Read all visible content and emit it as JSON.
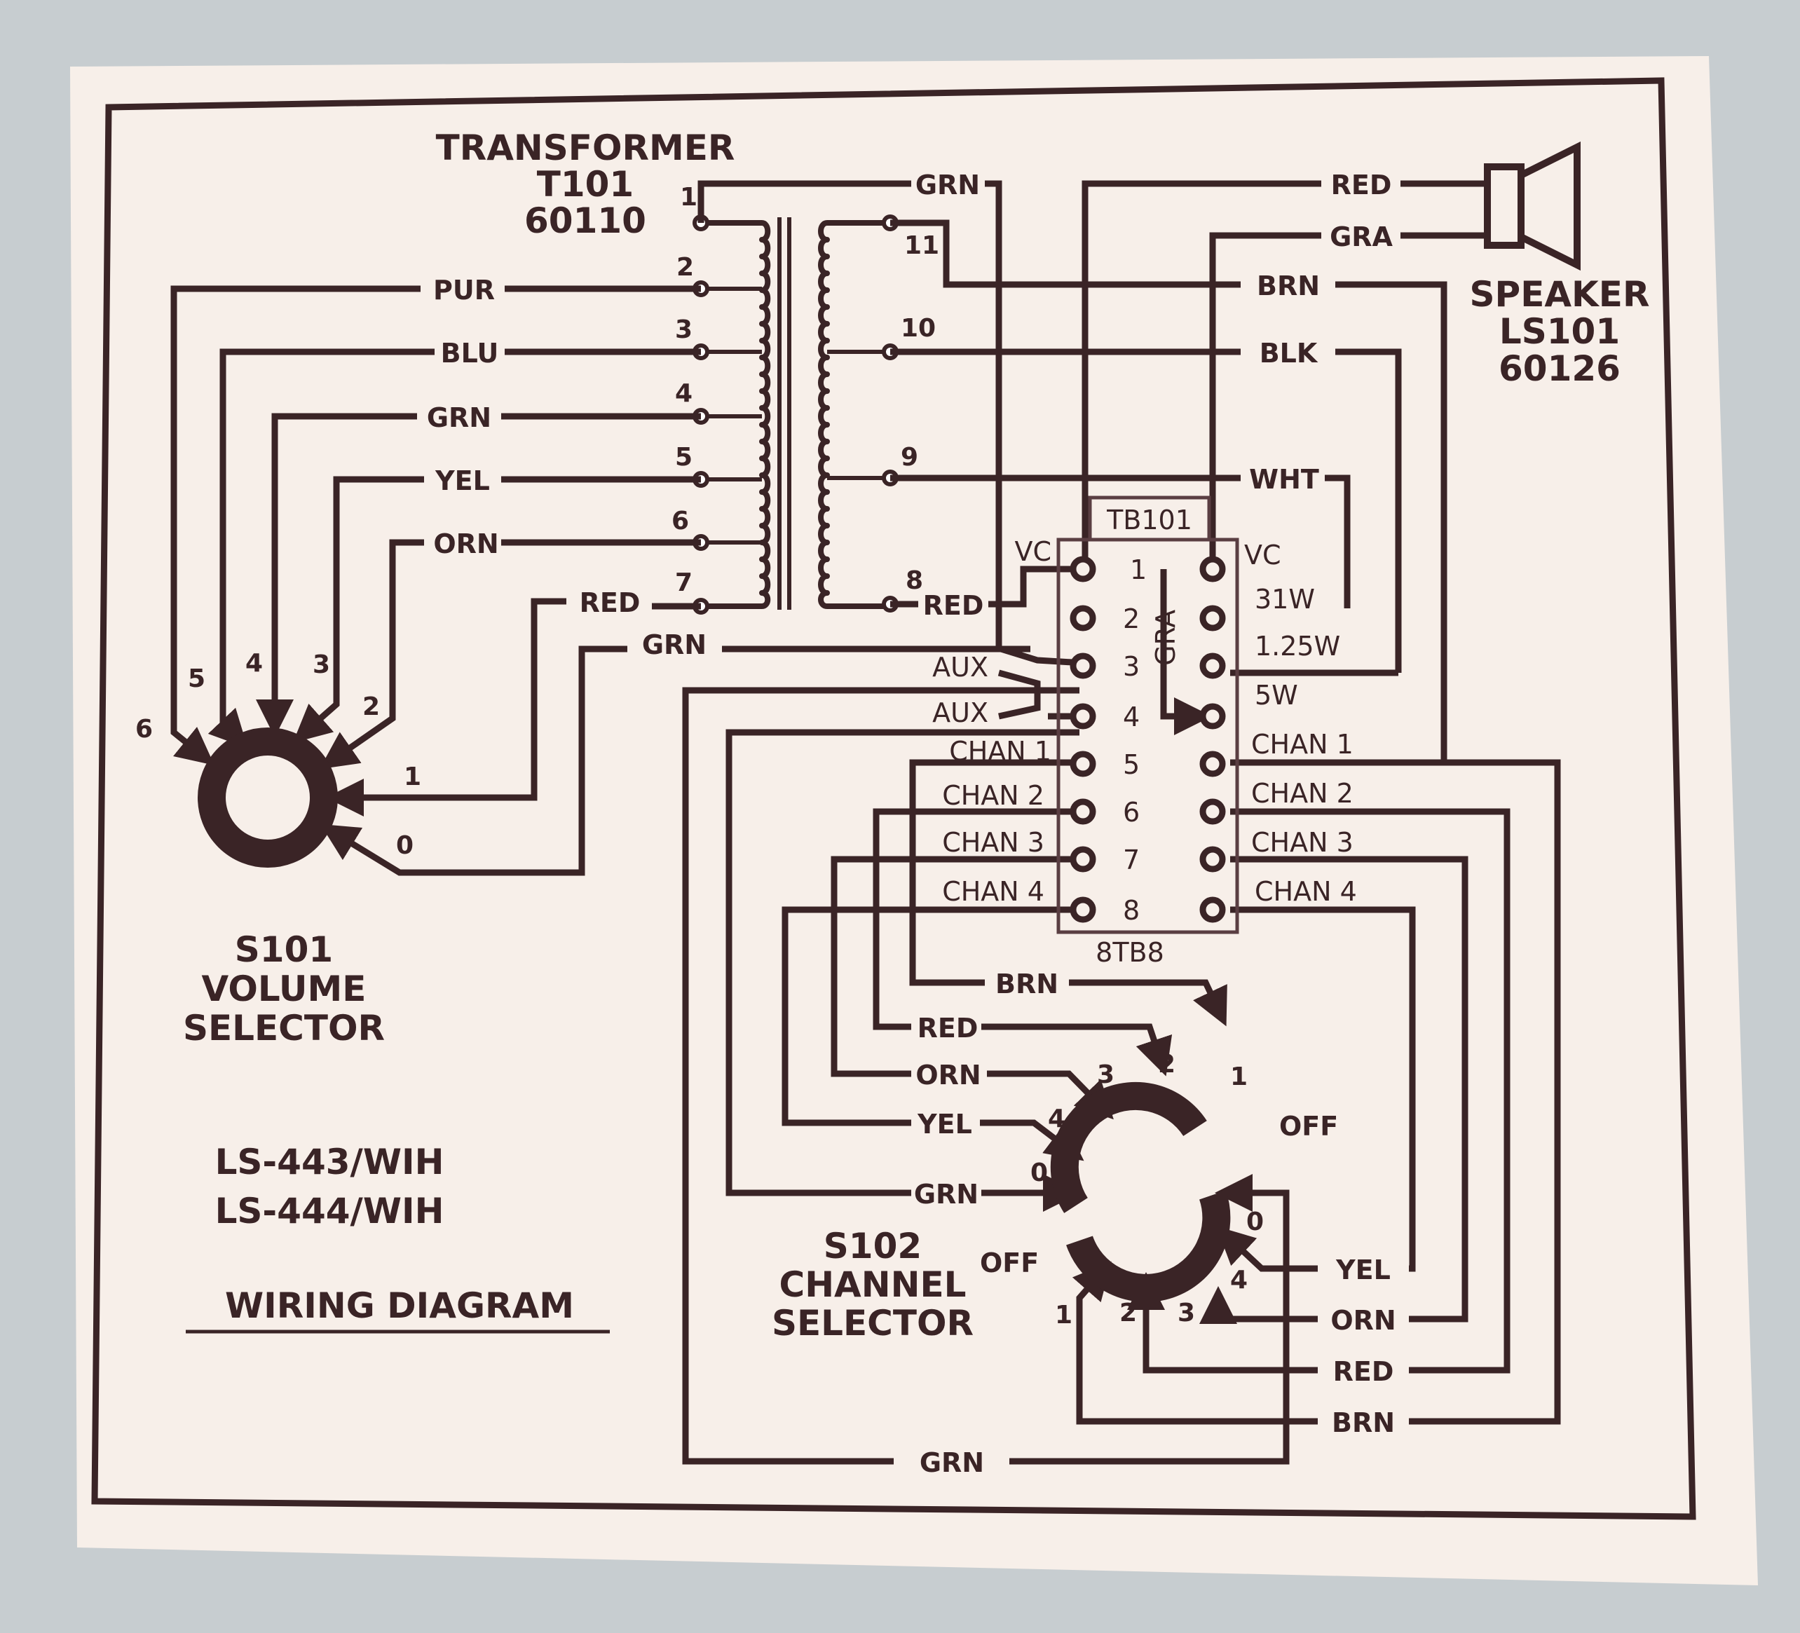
{
  "diagram": {
    "title": "WIRING DIAGRAM",
    "models": [
      "LS-443/WIH",
      "LS-444/WIH"
    ],
    "transformer": {
      "name": "TRANSFORMER",
      "ref": "T101",
      "part": "60110",
      "primary_terminals": [
        "1",
        "2",
        "3",
        "4",
        "5",
        "6",
        "7"
      ],
      "secondary_terminals": [
        "11",
        "10",
        "9",
        "8"
      ]
    },
    "speaker": {
      "name": "SPEAKER",
      "ref": "LS101",
      "part": "60126"
    },
    "tb": {
      "name": "TB101",
      "part": "8TB8",
      "left_labels": [
        "VC",
        "",
        "AUX",
        "AUX",
        "CHAN 1",
        "CHAN 2",
        "CHAN 3",
        "CHAN 4"
      ],
      "right_labels": [
        "VC",
        "31W",
        "1.25W",
        "5W",
        "CHAN 1",
        "CHAN 2",
        "CHAN 3",
        "CHAN 4"
      ],
      "numbers": [
        "1",
        "2",
        "3",
        "4",
        "5",
        "6",
        "7",
        "8"
      ],
      "jumper": "GRA"
    },
    "volume_selector": {
      "ref": "S101",
      "name_line1": "VOLUME",
      "name_line2": "SELECTOR",
      "positions": [
        "6",
        "5",
        "4",
        "3",
        "2",
        "1",
        "0"
      ]
    },
    "channel_selector": {
      "ref": "S102",
      "name_line1": "CHANNEL",
      "name_line2": "SELECTOR",
      "front_positions": [
        "1",
        "2",
        "3",
        "4",
        "0"
      ],
      "front_off": "OFF",
      "rear_positions": [
        "0",
        "4",
        "3",
        "2",
        "1"
      ],
      "rear_off": "OFF"
    },
    "wires": {
      "t1": "GRN",
      "t2": "PUR",
      "t3": "BLU",
      "t4": "GRN",
      "t5": "YEL",
      "t6": "ORN",
      "t7": "RED",
      "vol0": "GRN",
      "t8": "RED",
      "spk1": "RED",
      "spk2": "GRA",
      "right_brn": "BRN",
      "right_blk": "BLK",
      "right_wht": "WHT",
      "ch_brn": "BRN",
      "ch_red": "RED",
      "ch_orn": "ORN",
      "ch_yel": "YEL",
      "ch_grn": "GRN",
      "r_yel": "YEL",
      "r_orn": "ORN",
      "r_red": "RED",
      "r_brn": "BRN",
      "bottom_grn": "GRN"
    }
  }
}
